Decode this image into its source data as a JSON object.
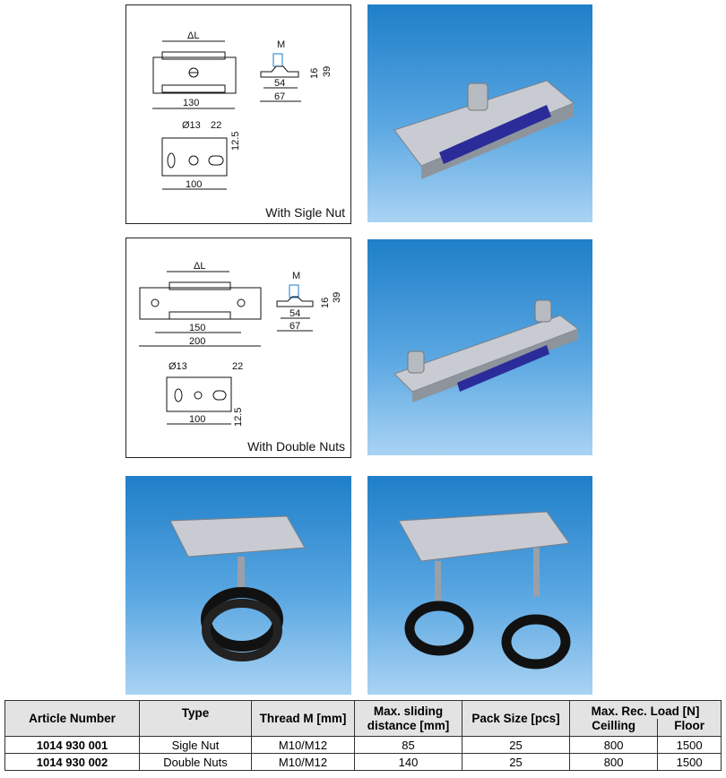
{
  "single": {
    "caption": "With Sigle Nut",
    "dL": "ΔL",
    "M": "M",
    "d130": "130",
    "d54": "54",
    "d67": "67",
    "d16": "16",
    "d39": "39",
    "d13": "Ø13",
    "d22": "22",
    "d125": "12.5",
    "d100": "100"
  },
  "double": {
    "caption": "With Double Nuts",
    "dL": "ΔL",
    "M": "M",
    "d150": "150",
    "d200": "200",
    "d54": "54",
    "d67": "67",
    "d16": "16",
    "d39": "39",
    "d13": "Ø13",
    "d22": "22",
    "d125": "12.5",
    "d100": "100"
  },
  "colors": {
    "sky_top": "#1f7fc8",
    "sky_bottom": "#a9d3f3",
    "table_header": "#e3e3e3"
  },
  "table": {
    "headers": {
      "article": "Article Number",
      "type": "Type",
      "thread": "Thread M [mm]",
      "sliding": "Max. sliding distance [mm]",
      "pack": "Pack Size [pcs]",
      "load": "Max. Rec. Load [N]",
      "ceiling": "Ceilling",
      "floor": "Floor"
    },
    "rows": [
      {
        "article": "1014 930 001",
        "type": "Sigle Nut",
        "thread": "M10/M12",
        "sliding": "85",
        "pack": "25",
        "ceiling": "800",
        "floor": "1500"
      },
      {
        "article": "1014 930 002",
        "type": "Double Nuts",
        "thread": "M10/M12",
        "sliding": "140",
        "pack": "25",
        "ceiling": "800",
        "floor": "1500"
      }
    ]
  }
}
